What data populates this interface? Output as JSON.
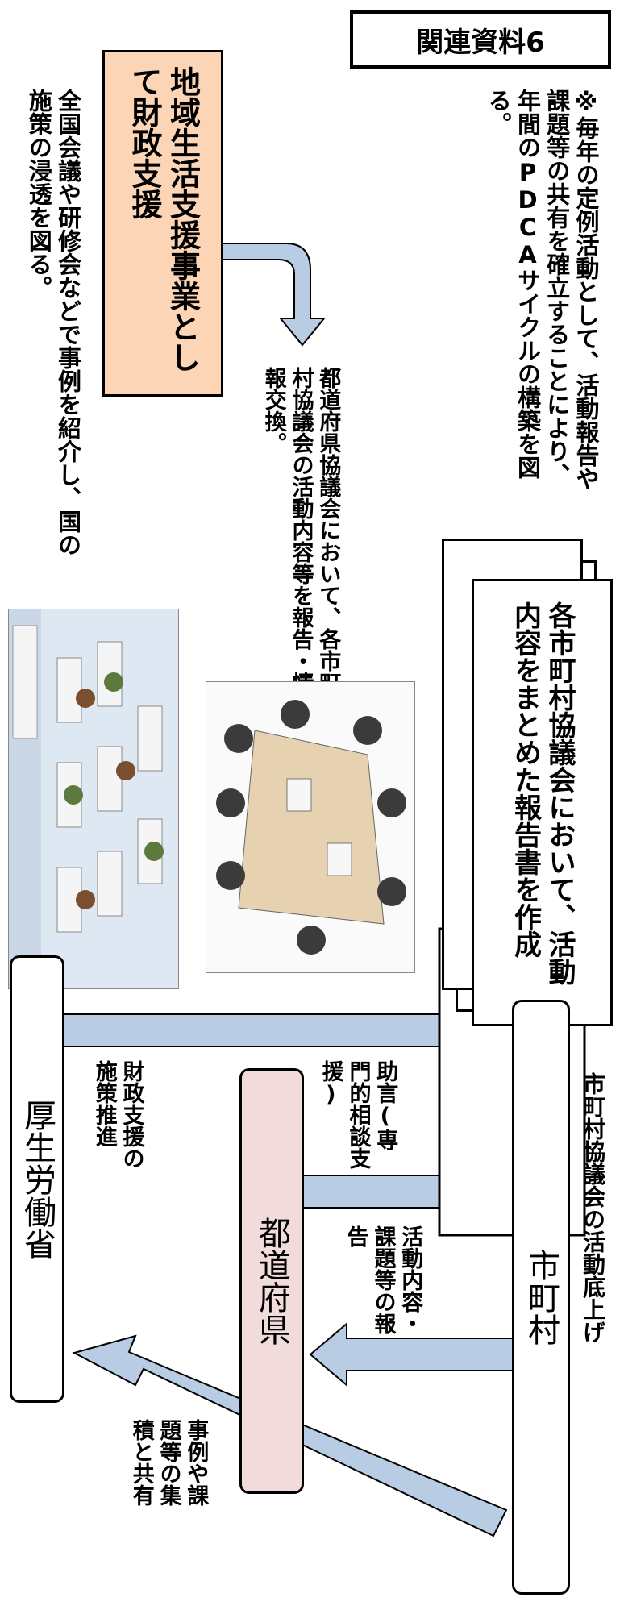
{
  "title_badge": "関連資料6",
  "top_note": "全国会議や研修会などで事例を紹介し、国の施策の浸透を図る。",
  "budget_box": "地域生活支援事業として財政支援",
  "prefecture_note": "都道府県協議会において、各市町村協議会の活動内容等を報告・情報交換。",
  "pdca_note": "※毎年の定例活動として、活動報告や課題等の共有を確立することにより、年間のPDCAサイクルの構築を図る。",
  "report_box": "各市町村協議会において、活動内容をまとめた報告書を作成",
  "org": {
    "ministry": "厚生労働省",
    "prefecture": "都道府県",
    "municipality": "市町村"
  },
  "arrow_labels": {
    "ministry_to_municipality": "財政支援の施策推進",
    "prefecture_to_municipality": "助言(専門的相談支援)",
    "municipality_to_prefecture": "活動内容・課題等の報告",
    "sharing": "事例や課題等の集積と共有"
  },
  "bottom_caption": "市町村協議会の活動底上げ",
  "colors": {
    "arrow_fill": "#b8cce4",
    "budget_fill": "#fbd5b5",
    "prefecture_fill": "#f2dcdb"
  }
}
